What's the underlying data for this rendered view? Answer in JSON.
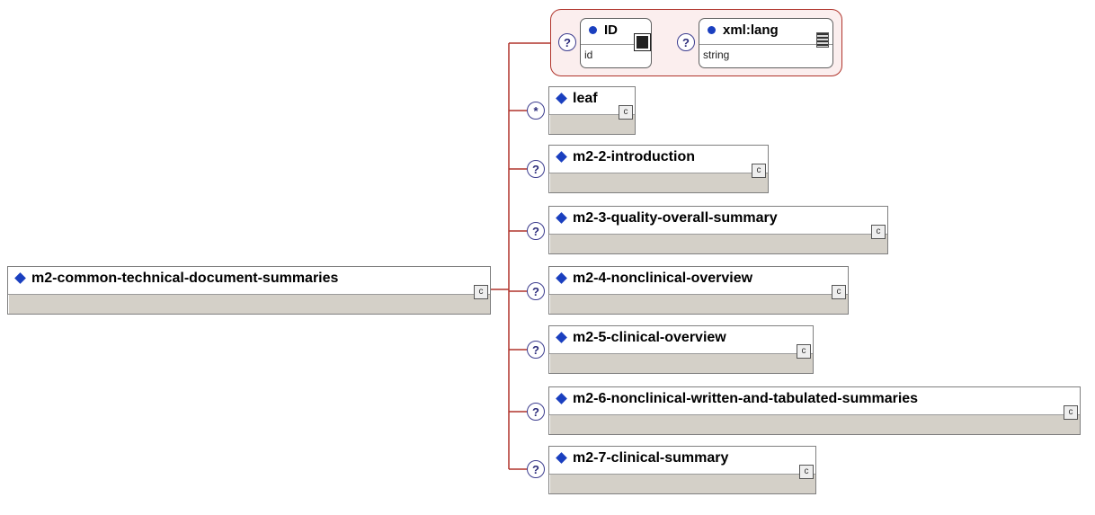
{
  "attributes": [
    {
      "name": "ID",
      "type": "id",
      "occurrence": "?",
      "symbol": "dash-icon"
    },
    {
      "name": "xml:lang",
      "type": "string",
      "occurrence": "?",
      "symbol": "lines-icon"
    }
  ],
  "root": {
    "name": "m2-common-technical-document-summaries"
  },
  "children": [
    {
      "name": "leaf",
      "occurrence": "*"
    },
    {
      "name": "m2-2-introduction",
      "occurrence": "?"
    },
    {
      "name": "m2-3-quality-overall-summary",
      "occurrence": "?"
    },
    {
      "name": "m2-4-nonclinical-overview",
      "occurrence": "?"
    },
    {
      "name": "m2-5-clinical-overview",
      "occurrence": "?"
    },
    {
      "name": "m2-6-nonclinical-written-and-tabulated-summaries",
      "occurrence": "?"
    },
    {
      "name": "m2-7-clinical-summary",
      "occurrence": "?"
    }
  ],
  "expand_glyph": "c",
  "colors": {
    "connector": "#b0342b",
    "diamond": "#1a3fbf",
    "box_fill": "#d4d0c8"
  }
}
